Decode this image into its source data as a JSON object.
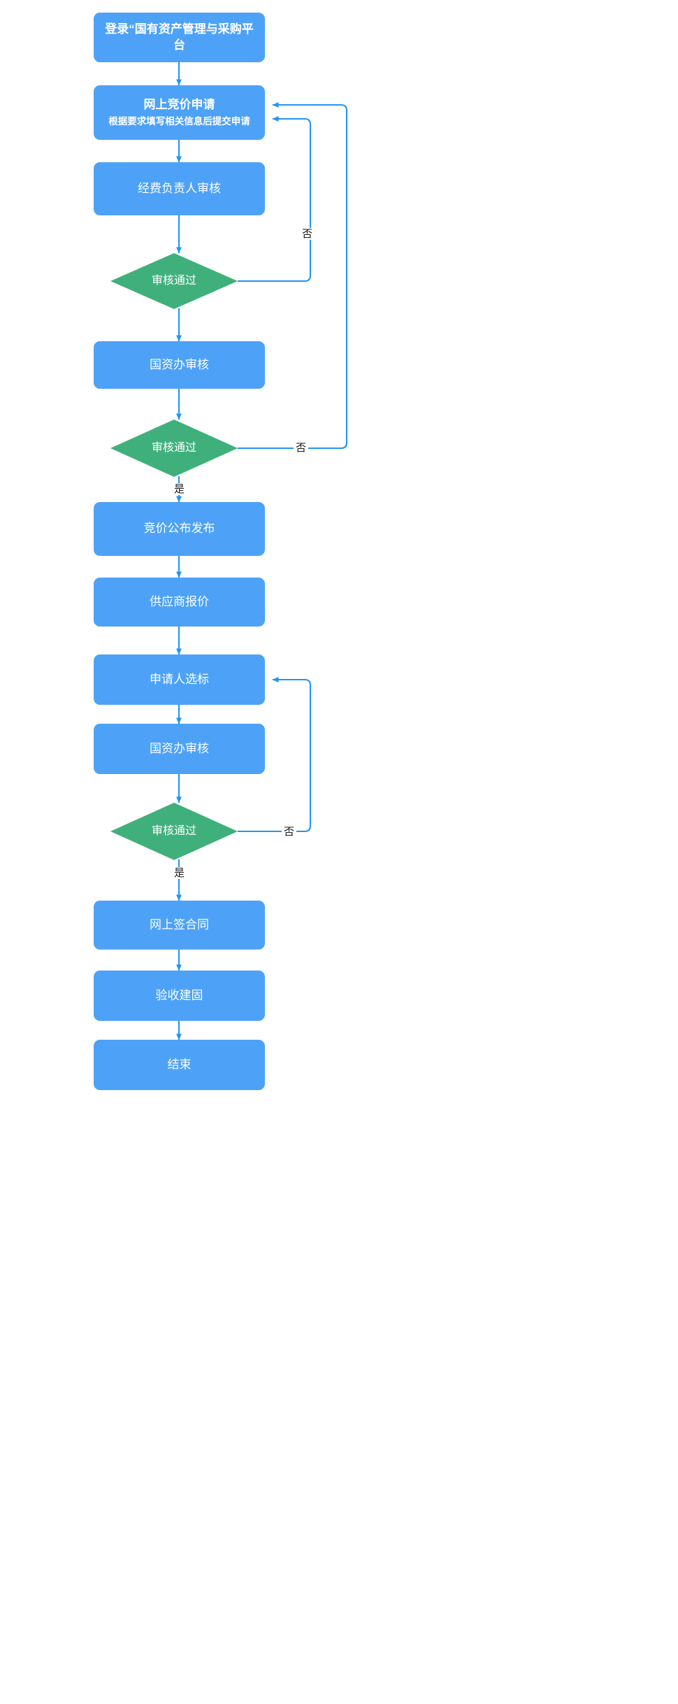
{
  "diagram": {
    "title_shape_kind": "flowchart",
    "palette": {
      "process_fill": "#4DA2F7",
      "decision_fill": "#3FB07C",
      "connector": "#2196F3",
      "node_text": "#FFFFFF",
      "label_text": "#1A1A1A",
      "canvas": "#FFFFFF"
    }
  },
  "nodes": [
    {
      "id": "n1",
      "type": "process",
      "title": "登录“国有资产管理与采购平台",
      "subtitle": ""
    },
    {
      "id": "n2",
      "type": "process",
      "title": "网上竞价申请",
      "subtitle": "根据要求填写相关信息后提交申请"
    },
    {
      "id": "n3",
      "type": "process",
      "title": "经费负责人审核",
      "subtitle": ""
    },
    {
      "id": "n4",
      "type": "decision",
      "title": "审核通过",
      "subtitle": ""
    },
    {
      "id": "n5",
      "type": "process",
      "title": "国资办审核",
      "subtitle": ""
    },
    {
      "id": "n6",
      "type": "decision",
      "title": "审核通过",
      "subtitle": ""
    },
    {
      "id": "n7",
      "type": "process",
      "title": "竞价公布发布",
      "subtitle": ""
    },
    {
      "id": "n8",
      "type": "process",
      "title": "供应商报价",
      "subtitle": ""
    },
    {
      "id": "n9",
      "type": "process",
      "title": "申请人选标",
      "subtitle": ""
    },
    {
      "id": "n10",
      "type": "process",
      "title": "国资办审核",
      "subtitle": ""
    },
    {
      "id": "n11",
      "type": "decision",
      "title": "审核通过",
      "subtitle": ""
    },
    {
      "id": "n12",
      "type": "process",
      "title": "网上签合同",
      "subtitle": ""
    },
    {
      "id": "n13",
      "type": "process",
      "title": "验收建固",
      "subtitle": ""
    },
    {
      "id": "n14",
      "type": "process",
      "title": "结束",
      "subtitle": ""
    }
  ],
  "edge_labels": {
    "no_1": "否",
    "no_2": "否",
    "yes_2": "是",
    "no_3": "否",
    "yes_3": "是"
  }
}
